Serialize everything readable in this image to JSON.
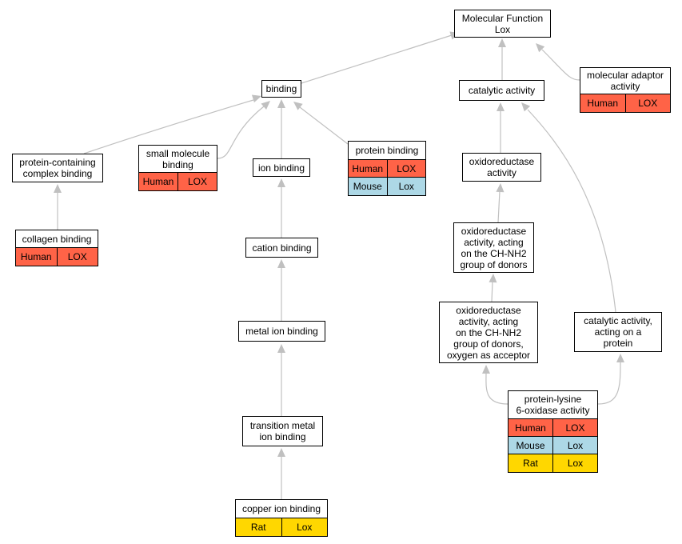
{
  "colors": {
    "human": "#FF6347",
    "mouse": "#ADD8E6",
    "rat": "#FFD700",
    "edge": "#C0C0C0"
  },
  "nodes": {
    "molecular_function": {
      "label": "Molecular Function\nLox",
      "rows": []
    },
    "binding": {
      "label": "binding",
      "rows": []
    },
    "catalytic_activity": {
      "label": "catalytic activity",
      "rows": []
    },
    "molecular_adaptor_activity": {
      "label": "molecular adaptor\nactivity",
      "rows": [
        {
          "species": "Human",
          "gene": "LOX",
          "color": "human"
        }
      ]
    },
    "protein_containing_complex_binding": {
      "label": "protein-containing\ncomplex binding",
      "rows": []
    },
    "small_molecule_binding": {
      "label": "small molecule\nbinding",
      "rows": [
        {
          "species": "Human",
          "gene": "LOX",
          "color": "human"
        }
      ]
    },
    "ion_binding": {
      "label": "ion binding",
      "rows": []
    },
    "protein_binding": {
      "label": "protein binding",
      "rows": [
        {
          "species": "Human",
          "gene": "LOX",
          "color": "human"
        },
        {
          "species": "Mouse",
          "gene": "Lox",
          "color": "mouse"
        }
      ]
    },
    "oxidoreductase_activity": {
      "label": "oxidoreductase\nactivity",
      "rows": []
    },
    "collagen_binding": {
      "label": "collagen binding",
      "rows": [
        {
          "species": "Human",
          "gene": "LOX",
          "color": "human"
        }
      ]
    },
    "cation_binding": {
      "label": "cation binding",
      "rows": []
    },
    "oxidoreductase_ch_nh2": {
      "label": "oxidoreductase\nactivity, acting\non the CH-NH2\ngroup of donors",
      "rows": []
    },
    "metal_ion_binding": {
      "label": "metal ion binding",
      "rows": []
    },
    "oxidoreductase_ch_nh2_oxygen": {
      "label": "oxidoreductase\nactivity, acting\non the CH-NH2\ngroup of donors,\noxygen as acceptor",
      "rows": []
    },
    "catalytic_activity_on_protein": {
      "label": "catalytic activity,\nacting on a\nprotein",
      "rows": []
    },
    "protein_lysine_6_oxidase": {
      "label": "protein-lysine\n6-oxidase activity",
      "rows": [
        {
          "species": "Human",
          "gene": "LOX",
          "color": "human"
        },
        {
          "species": "Mouse",
          "gene": "Lox",
          "color": "mouse"
        },
        {
          "species": "Rat",
          "gene": "Lox",
          "color": "rat"
        }
      ]
    },
    "transition_metal_ion_binding": {
      "label": "transition metal\nion binding",
      "rows": []
    },
    "copper_ion_binding": {
      "label": "copper ion binding",
      "rows": [
        {
          "species": "Rat",
          "gene": "Lox",
          "color": "rat"
        }
      ]
    }
  },
  "edges": [
    {
      "from": "binding",
      "to": "molecular_function"
    },
    {
      "from": "catalytic_activity",
      "to": "molecular_function"
    },
    {
      "from": "molecular_adaptor_activity",
      "to": "molecular_function"
    },
    {
      "from": "protein_containing_complex_binding",
      "to": "binding"
    },
    {
      "from": "small_molecule_binding",
      "to": "binding"
    },
    {
      "from": "ion_binding",
      "to": "binding"
    },
    {
      "from": "protein_binding",
      "to": "binding"
    },
    {
      "from": "oxidoreductase_activity",
      "to": "catalytic_activity"
    },
    {
      "from": "catalytic_activity_on_protein",
      "to": "catalytic_activity"
    },
    {
      "from": "collagen_binding",
      "to": "protein_containing_complex_binding"
    },
    {
      "from": "cation_binding",
      "to": "ion_binding"
    },
    {
      "from": "oxidoreductase_ch_nh2",
      "to": "oxidoreductase_activity"
    },
    {
      "from": "metal_ion_binding",
      "to": "cation_binding"
    },
    {
      "from": "oxidoreductase_ch_nh2_oxygen",
      "to": "oxidoreductase_ch_nh2"
    },
    {
      "from": "transition_metal_ion_binding",
      "to": "metal_ion_binding"
    },
    {
      "from": "copper_ion_binding",
      "to": "transition_metal_ion_binding"
    },
    {
      "from": "protein_lysine_6_oxidase",
      "to": "oxidoreductase_ch_nh2_oxygen"
    },
    {
      "from": "protein_lysine_6_oxidase",
      "to": "catalytic_activity_on_protein"
    }
  ]
}
